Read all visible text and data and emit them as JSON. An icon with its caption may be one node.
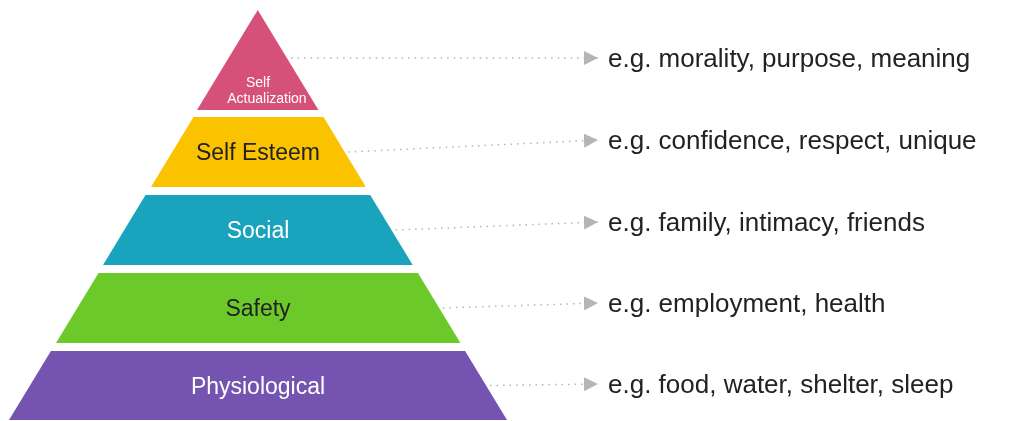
{
  "diagram": {
    "nodes": [
      {
        "text": [
          "Self Actualization"
        ]
      },
      {
        "text": [
          "Self Esteem"
        ]
      },
      {
        "text": [
          "Social"
        ]
      },
      {
        "text": [
          "Safety"
        ]
      },
      {
        "text": [
          "Physiological"
        ]
      },
      {
        "text": [
          "e.g. morality, purpose, meaning"
        ]
      },
      {
        "text": [
          "e.g. confidence, respect, unique"
        ]
      },
      {
        "text": [
          "e.g. family, intimacy, friends"
        ]
      },
      {
        "text": [
          "e.g. employment, health"
        ]
      },
      {
        "text": [
          "e.g. food, water, shelter, sleep"
        ]
      }
    ],
    "edges": [
      {
        "from": 0,
        "to": 5,
        "arrow": "to",
        "style": "dashed"
      },
      {
        "from": 1,
        "to": 6,
        "arrow": "to",
        "style": "dashed"
      },
      {
        "from": 2,
        "to": 7,
        "arrow": "to",
        "style": "dashed"
      },
      {
        "from": 3,
        "to": 8,
        "arrow": "to",
        "style": "dashed"
      },
      {
        "from": 4,
        "to": 9,
        "arrow": "to",
        "style": "dashed"
      }
    ]
  }
}
